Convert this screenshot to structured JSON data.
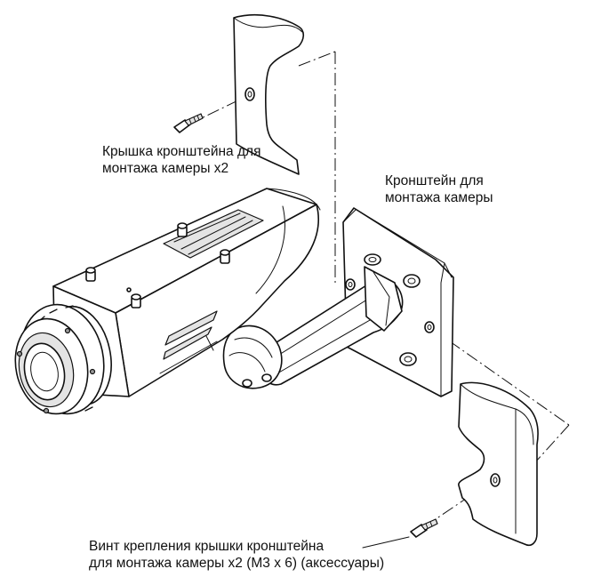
{
  "labels": {
    "bracket_cover": [
      "Крышка кронштейна для",
      "монтажа камеры x2"
    ],
    "mount_bracket": [
      "Кронштейн для",
      "монтажа камеры"
    ],
    "cover_screw": [
      "Винт крепления крышки кронштейна",
      "для монтажа камеры x2 (M3 x 6) (аксессуары)"
    ]
  }
}
